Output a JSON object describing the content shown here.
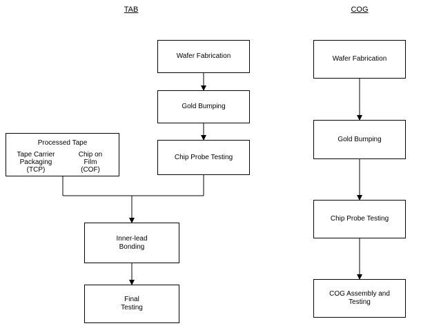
{
  "headings": {
    "tab": "TAB",
    "cog": "COG"
  },
  "tab_flow": {
    "wafer_fabrication": "Wafer Fabrication",
    "gold_bumping": "Gold Bumping",
    "chip_probe_testing": "Chip Probe Testing",
    "processed_tape": {
      "title": "Processed Tape",
      "tcp": [
        "Tape Carrier",
        "Packaging",
        "(TCP)"
      ],
      "cof": [
        "Chip on",
        "Film",
        "(COF)"
      ]
    },
    "inner_lead_bonding": [
      "Inner-lead",
      "Bonding"
    ],
    "final_testing": [
      "Final",
      "Testing"
    ]
  },
  "cog_flow": {
    "wafer_fabrication": "Wafer Fabrication",
    "gold_bumping": "Gold Bumping",
    "chip_probe_testing": "Chip Probe Testing",
    "cog_assembly_testing": [
      "COG Assembly and",
      "Testing"
    ]
  }
}
